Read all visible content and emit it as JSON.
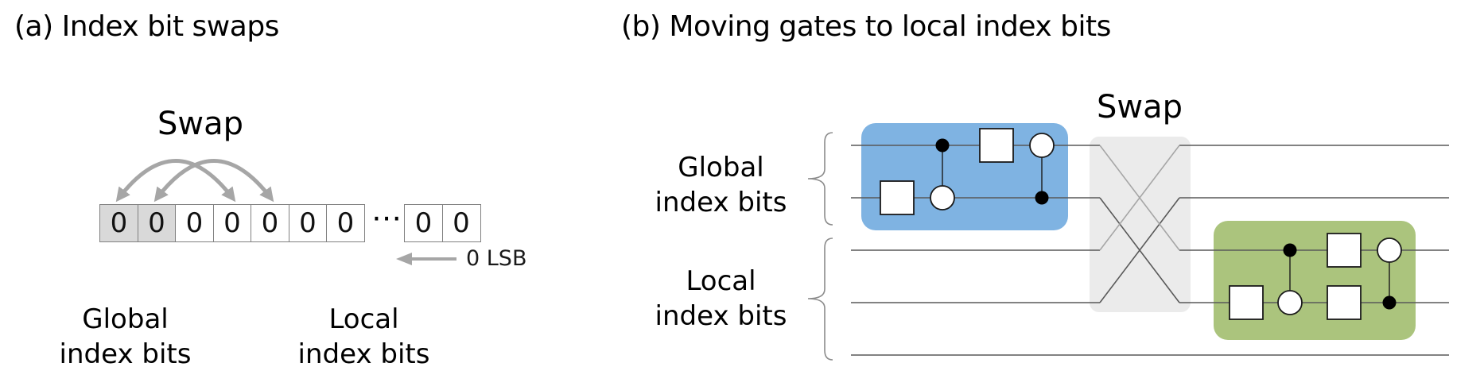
{
  "colors": {
    "blue_block": "#7fb3e2",
    "green_block": "#abc47d",
    "swap_block": "#ebebeb",
    "cell_shaded": "#d9d9d9",
    "cell_border": "#808080",
    "arrow": "#a6a6a6",
    "wire": "#595959",
    "brace": "#8c8c8c",
    "gate_stroke": "#1a1a1a"
  },
  "panel_a": {
    "title": "(a) Index bit swaps",
    "swap_label": "Swap",
    "bit_cells_main": [
      "0",
      "0",
      "0",
      "0",
      "0",
      "0",
      "0"
    ],
    "shaded_count": 2,
    "ellipsis": "⋯",
    "bit_cells_tail": [
      "0",
      "0"
    ],
    "lsb_label": "0 LSB",
    "global_label_line1": "Global",
    "global_label_line2": "index bits",
    "local_label_line1": "Local",
    "local_label_line2": "index bits",
    "swap_pairs": [
      [
        1,
        4
      ],
      [
        2,
        5
      ]
    ]
  },
  "panel_b": {
    "title": "(b) Moving gates to local index bits",
    "swap_label": "Swap",
    "global_label_line1": "Global",
    "global_label_line2": "index bits",
    "local_label_line1": "Local",
    "local_label_line2": "index bits",
    "wire_count": 5,
    "global_wire_count": 2,
    "local_wire_count": 3,
    "swap_pairs": [
      [
        1,
        3
      ],
      [
        2,
        4
      ]
    ],
    "blue_block_gates": [
      {
        "col": 1,
        "type": "box",
        "wire": 2
      },
      {
        "col": 2,
        "type": "controlled",
        "control_wire": 1,
        "target_wire": 2
      },
      {
        "col": 3,
        "type": "box",
        "wire": 1
      },
      {
        "col": 4,
        "type": "controlled",
        "control_wire": 2,
        "target_wire": 1
      }
    ],
    "green_block_gates": [
      {
        "col": 1,
        "type": "box",
        "wire": 4
      },
      {
        "col": 2,
        "type": "controlled",
        "control_wire": 3,
        "target_wire": 4
      },
      {
        "col": 3,
        "type": "box",
        "wire": 3
      },
      {
        "col": 3,
        "type": "box",
        "wire": 4
      },
      {
        "col": 4,
        "type": "controlled",
        "control_wire": 4,
        "target_wire": 3
      }
    ]
  }
}
